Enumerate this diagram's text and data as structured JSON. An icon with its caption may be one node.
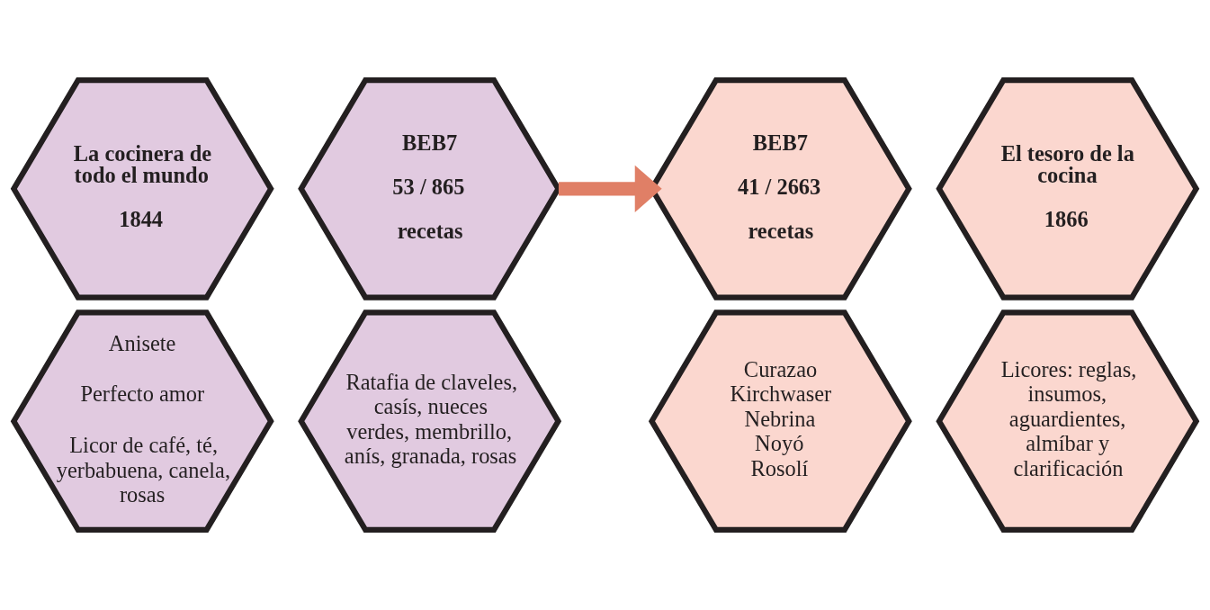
{
  "diagram": {
    "nodes": [
      {
        "text": [
          "La cocinera de todo el mundo",
          "1844"
        ]
      },
      {
        "text": [
          "BEB7",
          "53 / 865",
          "recetas"
        ]
      },
      {
        "text": [
          "Anisete",
          "Perfecto amor",
          "Licor de café, té, yerbabuena, canela, rosas"
        ]
      },
      {
        "text": [
          "Ratafia de claveles, casís, nueces verdes, membrillo, anís, granada, rosas"
        ]
      },
      {
        "text": [
          "El tesoro de la cocina",
          "1866"
        ]
      },
      {
        "text": [
          "BEB7",
          "41 / 2663",
          "recetas"
        ]
      },
      {
        "text": [
          "Licores: reglas, insumos, aguardientes, almíbar y clarificación"
        ]
      },
      {
        "text": [
          "Curazao",
          "Kirchwaser",
          "Nebrina",
          "Noyó",
          "Rosolí"
        ]
      }
    ],
    "edges": [
      {
        "from": 1,
        "to": 5,
        "arrow": "to",
        "color": "#e07f66"
      }
    ]
  }
}
